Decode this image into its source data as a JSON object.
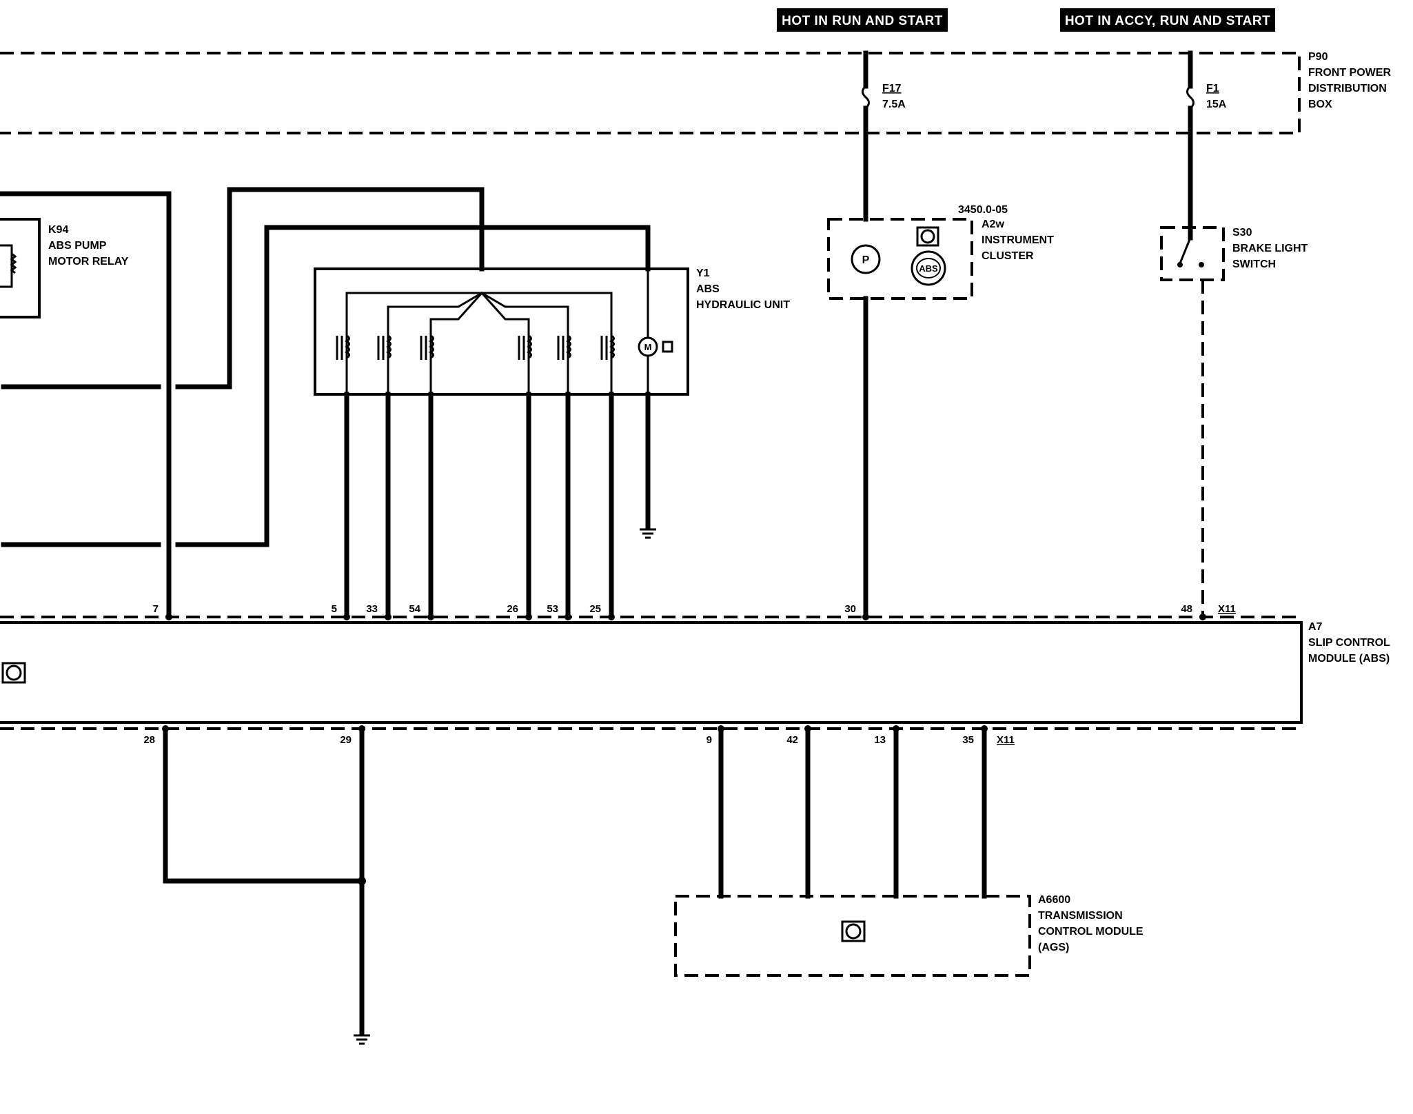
{
  "headers": {
    "run_start": "HOT IN RUN AND START",
    "accy_run_start": "HOT IN ACCY, RUN AND START"
  },
  "power_box": {
    "id": "P90",
    "name_line1": "FRONT POWER",
    "name_line2": "DISTRIBUTION",
    "name_line3": "BOX",
    "fuse_f17_id": "F17",
    "fuse_f17_rating": "7.5A",
    "fuse_f1_id": "F1",
    "fuse_f1_rating": "15A"
  },
  "relay": {
    "id": "K94",
    "name_line1": "ABS PUMP",
    "name_line2": "MOTOR RELAY"
  },
  "hydraulic_unit": {
    "id": "Y1",
    "name_line1": "ABS",
    "name_line2": "HYDRAULIC UNIT",
    "motor_letter": "M"
  },
  "cluster": {
    "ref": "3450.0-05",
    "id": "A2w",
    "name_line1": "INSTRUMENT",
    "name_line2": "CLUSTER",
    "lamp_letter": "P",
    "abs_lamp": "ABS"
  },
  "brake_switch": {
    "id": "S30",
    "name_line1": "BRAKE LIGHT",
    "name_line2": "SWITCH"
  },
  "slip_module": {
    "id": "A7",
    "name_line1": "SLIP CONTROL",
    "name_line2": "MODULE (ABS)",
    "connector": "X11",
    "top_pins": [
      "7",
      "5",
      "33",
      "54",
      "26",
      "53",
      "25",
      "30",
      "48"
    ],
    "bottom_pins": [
      "28",
      "29",
      "9",
      "42",
      "13",
      "35"
    ],
    "connector_bottom": "X11"
  },
  "tcm": {
    "id": "A6600",
    "name_line1": "TRANSMISSION",
    "name_line2": "CONTROL MODULE",
    "name_line3": "(AGS)"
  }
}
